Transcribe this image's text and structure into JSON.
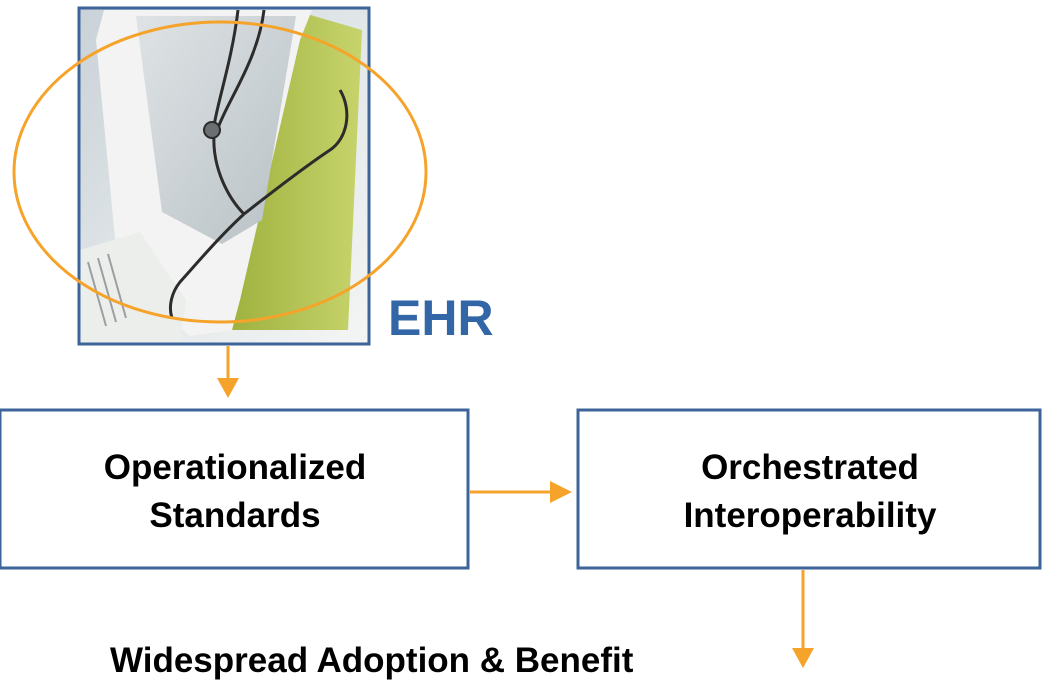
{
  "colors": {
    "accent_orange": "#f5a32a",
    "ehr_blue": "#3366a6",
    "box_border": "#3c649a",
    "text": "#000000"
  },
  "ehr": {
    "label": "EHR",
    "image_icon": "computer-monitor-with-stethoscope-photo"
  },
  "boxes": {
    "left": {
      "line1": "Operationalized",
      "line2": "Standards"
    },
    "right": {
      "line1": "Orchestrated",
      "line2": "Interoperability"
    }
  },
  "outcome": {
    "label": "Widespread Adoption & Benefit"
  }
}
